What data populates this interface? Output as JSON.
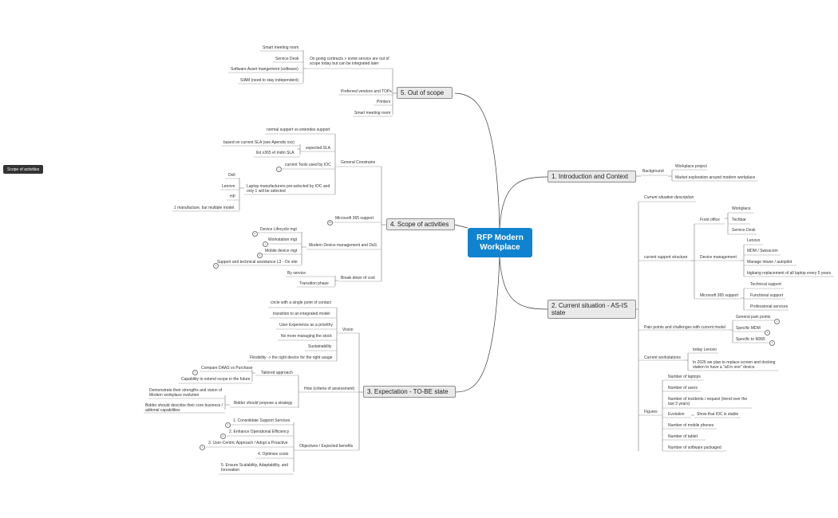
{
  "central": "RFP Modern Workplace",
  "floating": "Scope of activities",
  "topics": {
    "intro": "1. Introduction and Context",
    "current": "2. Current situation - AS-IS state",
    "expect": "3. Expectation - TO-BE state",
    "scope": "4. Scope of activities",
    "out": "5. Out of scope"
  },
  "intro": {
    "background": "Background",
    "workplace_project": "Workplace project",
    "market_exploration": "Market exploration around modern workplace"
  },
  "current": {
    "description": "Current situation description",
    "support_structure": "current support structure",
    "front_office": "Front office",
    "fo_workplace": "Workplace",
    "fo_techbar": "Techbar",
    "fo_service_desk": "Service Desk",
    "device_mgmt": "Device management",
    "dm_lenovo": "Lenovo",
    "dm_mdm": "MDM / Swisscom",
    "dm_manage": "Manage intune / autopilot",
    "dm_bigbang": "bigbang replacement of all laptop every 5 years",
    "ms365": "Microsoft 365 support",
    "ms_tech": "Technical support",
    "ms_func": "Functional support",
    "ms_prof": "Professional services",
    "pain_points": "Pain points and challenges with current model",
    "pp_general": "General pain points",
    "pp_mdm": "Specific MDM",
    "pp_m365": "Specific to M365",
    "workstations": "Current workstations",
    "ws_today": "today Lenovo",
    "ws_2026": "In 2026 we plan to replace screen and docking station to have a \"all in one\" device",
    "figures": "Figures",
    "fig_laptops": "Number of laptops",
    "fig_users": "Number of users",
    "fig_incidents": "Number of incidents / request (trend over the last 3 years)",
    "fig_evolution": "Evolution",
    "fig_evolution_note": "Show that IOC is stable",
    "fig_mobile": "Number of mobile phones",
    "fig_tablet": "Number of tablet",
    "fig_software": "Number of software packaged"
  },
  "expect": {
    "vision": "Vision",
    "v1": "circle with a single point of contact",
    "v2": "transition to an integrated model",
    "v3": "User Experience as a priorithy",
    "v4": "No more managing the stock",
    "v5": "Sustainability",
    "v6": "Flexibility -> the right device for the right usage",
    "how": "How (criteria of assessment)",
    "tailored": "Tailored approach",
    "compare": "Compare DAAS vs Purchase",
    "capability": "Capability to extend scope in the future",
    "bidder_strategy": "Bidder should propose a strategy",
    "demonstrate": "Demonstrate their strengths and vision of Modern workplace evolution",
    "describe": "Bidder should describe their core business / aditonal capabilities",
    "objectives": "Objectives / Expected benefits",
    "o1": "1. Consolidate Support Services",
    "o2": "2. Enhance Operational Efficiency",
    "o3": "3. User-Centric Approach / Adopt a Proactive",
    "o4": "4. Optimize costs",
    "o5": "5. Ensure Scalability, Adaptability, and Innovation"
  },
  "scope": {
    "general": "General Constrains",
    "normal_support": "normal support vs extendes support",
    "expected_sla": "expected SLA",
    "sla_based": "based on current SLA (see Apendix xxx)",
    "sla_o365": "list o365 et mdm SLA",
    "tools": "current Tools used by IOC",
    "laptop": "Laptop manufacturers pre-selected by IOC and only 1 will be selected",
    "dell": "Dell",
    "lenovo": "Lenovo",
    "hp": "HP",
    "one_manufacture": "1 manufacture, but multiple model",
    "ms365": "Microsoft 365 support",
    "modern_device": "Modern Device management and DaS",
    "lifecycle": "Device Lifecycle mgt",
    "workstation": "Workstation mgt",
    "mobile": "Mobile device mgt",
    "support_l3": "Support and technical assistance L3 - On site",
    "breakdown": "Break-down of cost",
    "by_service": "By service",
    "transition": "Transition phase"
  },
  "out": {
    "ongoing": "On going contracts > some service are out of scope today but can be integrated later",
    "smart_room": "Smart meeting room",
    "service_desk": "Service Desk",
    "sam": "Software Asset mangement (software)",
    "siam": "SIAM (need to stay independent)",
    "preferred": "Preferred vendors and TOPs",
    "printers": "Printers",
    "smart_room2": "Smart meeting room"
  },
  "badges": {
    "tools": "+",
    "ms365": "10",
    "lifecycle": "2",
    "workstation": "1",
    "mobile": "2",
    "support_l3": "3",
    "compare": "1",
    "o1": "1",
    "o2": "2",
    "o3": "1",
    "pp_general": "1",
    "pp_mdm": "1",
    "pp_m365": "1"
  },
  "colors": {
    "central": "#0f83cf",
    "topic_bg": "#e9e9e9",
    "line": "#3a3a3a",
    "underline": "#9a9a9a",
    "floating": "#333333"
  }
}
